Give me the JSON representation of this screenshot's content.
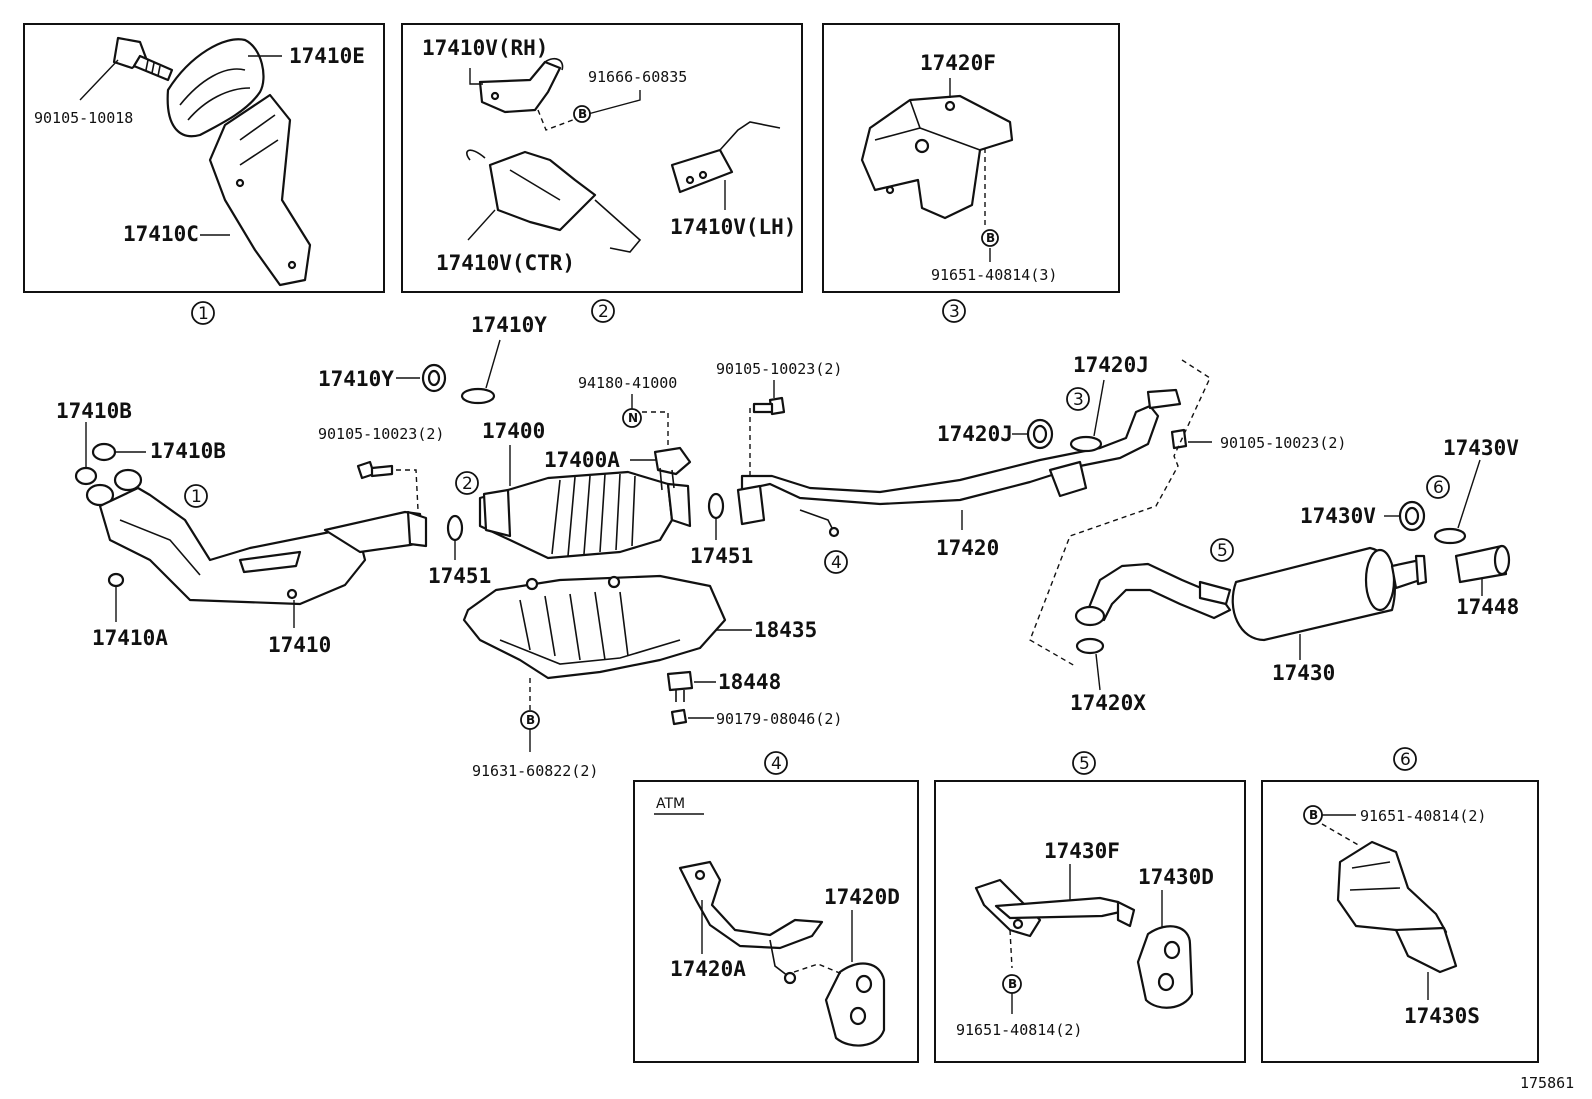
{
  "labels": {
    "p17410E": "17410E",
    "p90105_10018": "90105-10018",
    "p17410C": "17410C",
    "p17410V_RH": "17410V(RH)",
    "p91666_60835": "91666-60835",
    "p17410V_CTR": "17410V(CTR)",
    "p17410V_LH": "17410V(LH)",
    "p17420F": "17420F",
    "p91651_40814_3": "91651-40814(3)",
    "p17410Y_a": "17410Y",
    "p17410Y_b": "17410Y",
    "p17410B_a": "17410B",
    "p17410B_b": "17410B",
    "p17410A": "17410A",
    "p17410": "17410",
    "p90105_10023_a": "90105-10023(2)",
    "p17400": "17400",
    "p94180_41000": "94180-41000",
    "p17400A": "17400A",
    "p90105_10023_b": "90105-10023(2)",
    "p17451_a": "17451",
    "p17451_b": "17451",
    "p18435": "18435",
    "p18448": "18448",
    "p90179_08046": "90179-08046(2)",
    "p91631_60822": "91631-60822(2)",
    "p17420J_a": "17420J",
    "p17420J_b": "17420J",
    "p90105_10023_c": "90105-10023(2)",
    "p17420": "17420",
    "p17430V_a": "17430V",
    "p17430V_b": "17430V",
    "p17448": "17448",
    "p17430": "17430",
    "p17420X": "17420X",
    "p17420D": "17420D",
    "p17420A": "17420A",
    "p17430F": "17430F",
    "p17430D": "17430D",
    "p91651_40814_2a": "91651-40814(2)",
    "p91651_40814_2b": "91651-40814(2)",
    "p17430S": "17430S",
    "atm": "ATM",
    "diagram_id": "175861"
  },
  "callouts": {
    "c1": "1",
    "c2": "2",
    "c3": "3",
    "c4": "4",
    "c5": "5",
    "c6": "6",
    "m1": "1",
    "m2": "2",
    "m3": "3",
    "m4": "4",
    "m5": "5",
    "m6": "6"
  },
  "symbols": {
    "bolt": "B",
    "nut": "N"
  }
}
